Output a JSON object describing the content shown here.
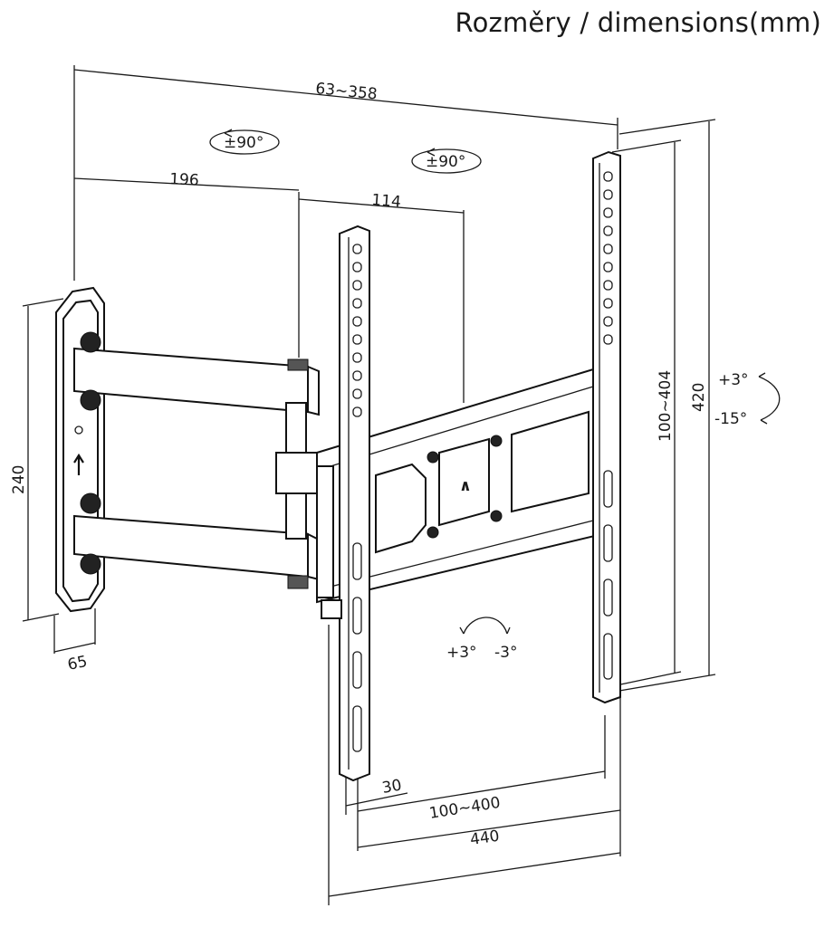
{
  "title": "Rozměry / dimensions(mm)",
  "dimensions": {
    "extension_range": "63~358",
    "arm1_length": "196",
    "arm2_length": "114",
    "wallplate_height": "240",
    "wallplate_depth": "65",
    "vertical_hole_range": "100~404",
    "bracket_height": "420",
    "horizontal_hole_range": "100~400",
    "total_width": "440",
    "rail_offset": "30"
  },
  "annotations": {
    "swivel_left": "±90°",
    "swivel_right": "±90°",
    "tilt_up": "+3°",
    "tilt_down": "-15°",
    "level_left": "+3°",
    "level_right": "-3°"
  }
}
